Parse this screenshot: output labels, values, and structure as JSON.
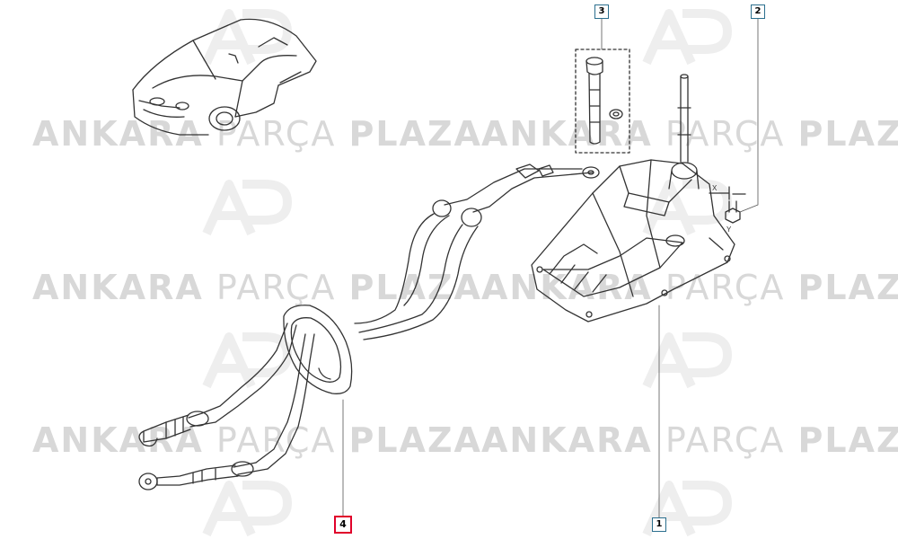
{
  "watermark": {
    "brand_bold": "ANKARA",
    "brand_light": "PARÇA",
    "brand_bold2": "PLAZA"
  },
  "callouts": [
    {
      "id": "1",
      "label": "1",
      "highlighted": false
    },
    {
      "id": "2",
      "label": "2",
      "highlighted": false
    },
    {
      "id": "3",
      "label": "3",
      "highlighted": false
    },
    {
      "id": "4",
      "label": "4",
      "highlighted": true
    }
  ],
  "dimension_labels": {
    "x": "X",
    "y": "Y"
  },
  "colors": {
    "line": "#333333",
    "callout_border": "#2b6f8e",
    "highlight": "#e0002a",
    "watermark": "#d8d8d8"
  }
}
